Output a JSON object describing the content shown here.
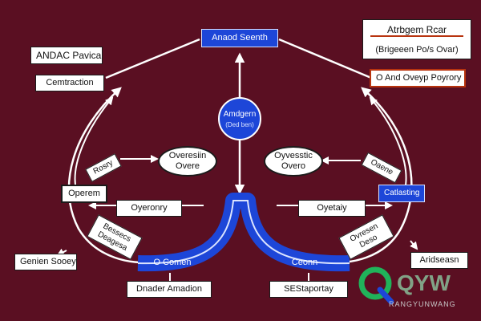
{
  "top_center_label": "Anaod Seenth",
  "center_circle": {
    "line1": "Amdgern",
    "line2": "(Ded ben)"
  },
  "top_right_panel": {
    "title": "Atrbgem Rcar",
    "subtitle": "(Brigeeen Po/s Ovar)",
    "bottom": "O And Oveyp Poyrory"
  },
  "left_labels": {
    "top": "ANDAC Pavica",
    "middle": "Cemtraction",
    "tag_small": "Rosry",
    "mid_box": "Operem",
    "tilt": "Bessecs Deagesa",
    "bottom": "Genien Sooey"
  },
  "center_left_ellipse": {
    "line1": "Overesiin",
    "line2": "Overe"
  },
  "center_right_ellipse": {
    "line1": "Oyvesstic",
    "line2": "Overo"
  },
  "mid_labels": {
    "left": "Oyeronry",
    "right": "Oyetaiy"
  },
  "right_labels": {
    "tag_small": "Oaene",
    "blue_box": "Catlasting",
    "tilt": "Ovresen Deso",
    "bottom": "Aridseasn"
  },
  "bottom_band": {
    "left_blue": "O  Comen",
    "right_blue": "Ceonn",
    "left_caption": "Dnader Amadion",
    "right_caption": "SEStaportay"
  },
  "watermark": {
    "brand": "QYW",
    "sub": "RANGYUNWANG"
  }
}
